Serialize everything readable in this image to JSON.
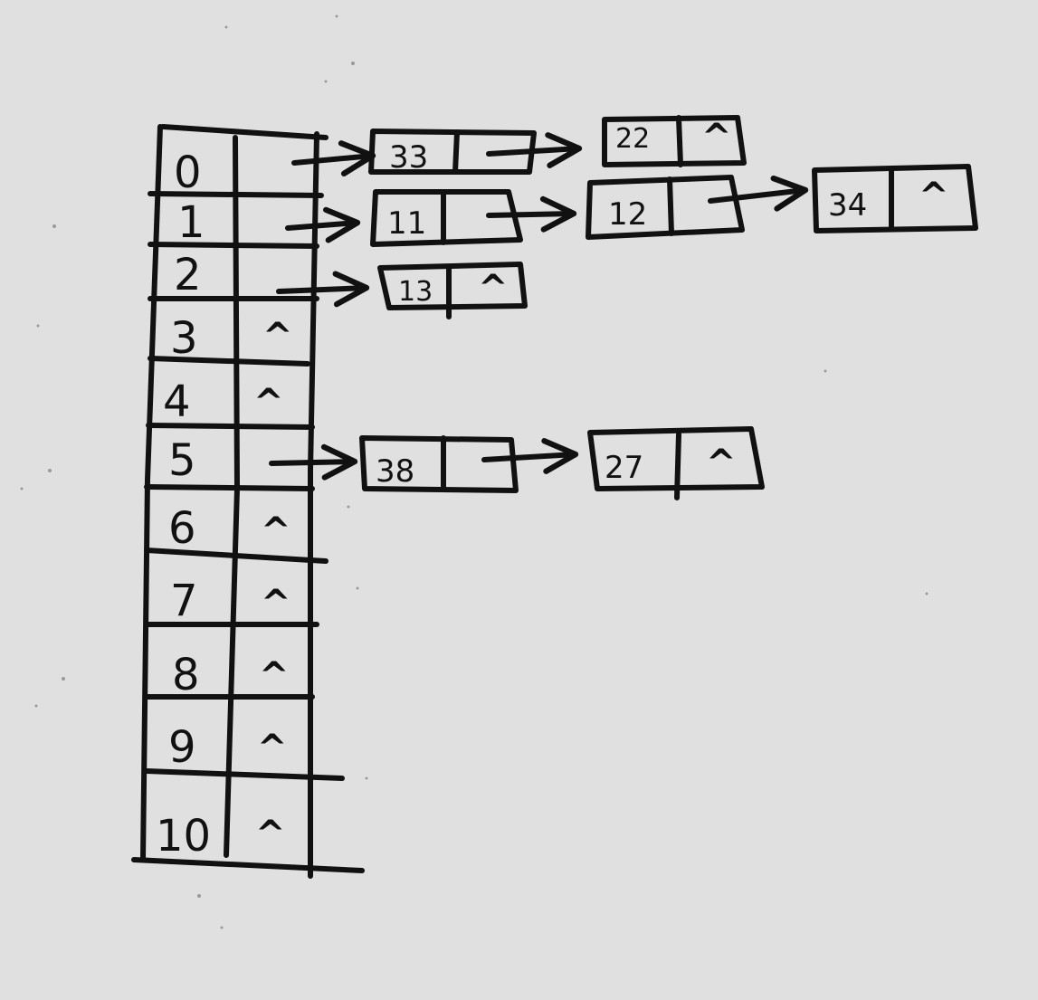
{
  "hash_table": {
    "buckets": [
      {
        "index": "0",
        "link": "→",
        "null_symbol": ""
      },
      {
        "index": "1",
        "link": "→",
        "null_symbol": ""
      },
      {
        "index": "2",
        "link": "→",
        "null_symbol": ""
      },
      {
        "index": "3",
        "link": "",
        "null_symbol": "^"
      },
      {
        "index": "4",
        "link": "",
        "null_symbol": "^"
      },
      {
        "index": "5",
        "link": "→",
        "null_symbol": ""
      },
      {
        "index": "6",
        "link": "",
        "null_symbol": "^"
      },
      {
        "index": "7",
        "link": "",
        "null_symbol": "^"
      },
      {
        "index": "8",
        "link": "",
        "null_symbol": "^"
      },
      {
        "index": "9",
        "link": "",
        "null_symbol": "^"
      },
      {
        "index": "10",
        "link": "",
        "null_symbol": "^"
      }
    ]
  },
  "chains": {
    "bucket_0": [
      {
        "key": "33",
        "next": "→"
      },
      {
        "key": "22",
        "next": "^"
      }
    ],
    "bucket_1": [
      {
        "key": "11",
        "next": "→"
      },
      {
        "key": "12",
        "next": "→"
      },
      {
        "key": "34",
        "next": "^"
      }
    ],
    "bucket_2": [
      {
        "key": "13",
        "next": "^"
      }
    ],
    "bucket_5": [
      {
        "key": "38",
        "next": "→"
      },
      {
        "key": "27",
        "next": "^"
      }
    ]
  }
}
